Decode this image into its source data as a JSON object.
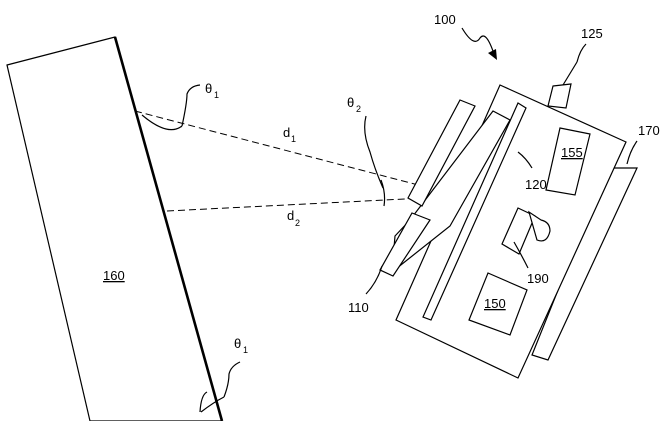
{
  "labels": {
    "device": "100",
    "connector": "125",
    "side_panel": "170",
    "component_155": "155",
    "component_120": "120",
    "camera": "190",
    "component_150": "150",
    "lens_module": "110",
    "target": "160"
  },
  "measures": {
    "theta1_top": {
      "base": "θ",
      "sub": "1"
    },
    "theta1_bottom": {
      "base": "θ",
      "sub": "1"
    },
    "theta2": {
      "base": "θ",
      "sub": "2"
    },
    "d1": {
      "base": "d",
      "sub": "1"
    },
    "d2": {
      "base": "d",
      "sub": "2"
    }
  },
  "colors": {
    "ink": "#000000",
    "paper": "#ffffff"
  }
}
